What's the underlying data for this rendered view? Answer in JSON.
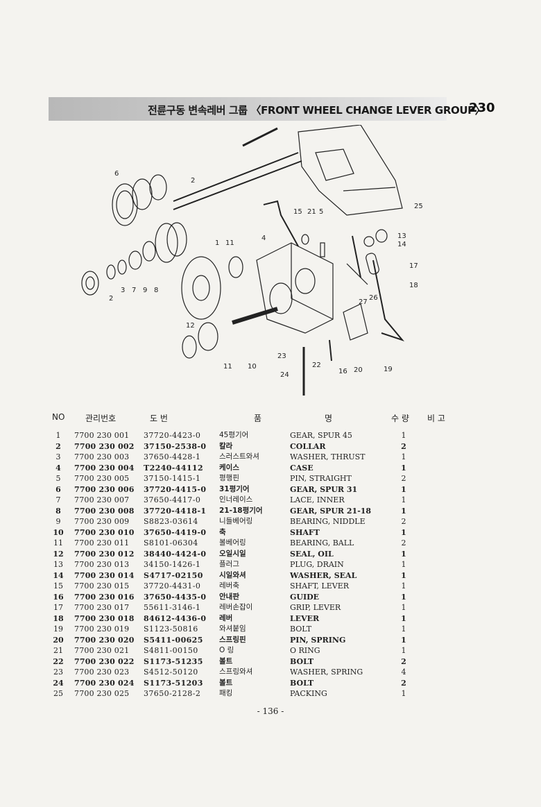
{
  "header": {
    "title": "전륜구동 변속레버 그룹 〈FRONT WHEEL CHANGE LEVER GROUP〉",
    "group_number": "230"
  },
  "diagram": {
    "callouts": [
      "6",
      "2",
      "15",
      "21",
      "5",
      "25",
      "13",
      "14",
      "1",
      "11",
      "4",
      "17",
      "18",
      "2",
      "3",
      "7",
      "9",
      "8",
      "27",
      "26",
      "12",
      "23",
      "22",
      "16",
      "20",
      "19",
      "11",
      "10",
      "24"
    ]
  },
  "table": {
    "columns": {
      "no": "NO",
      "mgmt": "관리번호",
      "dwg": "도  번",
      "name_a": "품",
      "name_b": "명",
      "qty": "수 량",
      "note": "비 고"
    },
    "rows": [
      {
        "no": "1",
        "mgmt": "7700 230 001",
        "dwg": "37720-4423-0",
        "kor": "45평기어",
        "eng": "GEAR, SPUR 45",
        "qty": "1",
        "bold": false
      },
      {
        "no": "2",
        "mgmt": "7700 230 002",
        "dwg": "37150-2538-0",
        "kor": "칼라",
        "eng": "COLLAR",
        "qty": "2",
        "bold": true
      },
      {
        "no": "3",
        "mgmt": "7700 230 003",
        "dwg": "37650-4428-1",
        "kor": "스러스트와셔",
        "eng": "WASHER, THRUST",
        "qty": "1",
        "bold": false
      },
      {
        "no": "4",
        "mgmt": "7700 230 004",
        "dwg": "T2240-44112",
        "kor": "케이스",
        "eng": "CASE",
        "qty": "1",
        "bold": true
      },
      {
        "no": "5",
        "mgmt": "7700 230 005",
        "dwg": "37150-1415-1",
        "kor": "평행핀",
        "eng": "PIN, STRAIGHT",
        "qty": "2",
        "bold": false
      },
      {
        "no": "6",
        "mgmt": "7700 230 006",
        "dwg": "37720-4415-0",
        "kor": "31평기어",
        "eng": "GEAR, SPUR 31",
        "qty": "1",
        "bold": true
      },
      {
        "no": "7",
        "mgmt": "7700 230 007",
        "dwg": "37650-4417-0",
        "kor": "인너레이스",
        "eng": "LACE, INNER",
        "qty": "1",
        "bold": false
      },
      {
        "no": "8",
        "mgmt": "7700 230 008",
        "dwg": "37720-4418-1",
        "kor": "21-18평기어",
        "eng": "GEAR, SPUR 21-18",
        "qty": "1",
        "bold": true
      },
      {
        "no": "9",
        "mgmt": "7700 230 009",
        "dwg": "S8823-03614",
        "kor": "니들베어링",
        "eng": "BEARING, NIDDLE",
        "qty": "2",
        "bold": false
      },
      {
        "no": "10",
        "mgmt": "7700 230 010",
        "dwg": "37650-4419-0",
        "kor": "축",
        "eng": "SHAFT",
        "qty": "1",
        "bold": true
      },
      {
        "no": "11",
        "mgmt": "7700 230 011",
        "dwg": "S8101-06304",
        "kor": "볼베어링",
        "eng": "BEARING, BALL",
        "qty": "2",
        "bold": false
      },
      {
        "no": "12",
        "mgmt": "7700 230 012",
        "dwg": "38440-4424-0",
        "kor": "오일시일",
        "eng": "SEAL, OIL",
        "qty": "1",
        "bold": true
      },
      {
        "no": "13",
        "mgmt": "7700 230 013",
        "dwg": "34150-1426-1",
        "kor": "플러그",
        "eng": "PLUG, DRAIN",
        "qty": "1",
        "bold": false
      },
      {
        "no": "14",
        "mgmt": "7700 230 014",
        "dwg": "S4717-02150",
        "kor": "시일와셔",
        "eng": "WASHER, SEAL",
        "qty": "1",
        "bold": true
      },
      {
        "no": "15",
        "mgmt": "7700 230 015",
        "dwg": "37720-4431-0",
        "kor": "레버축",
        "eng": "SHAFT, LEVER",
        "qty": "1",
        "bold": false
      },
      {
        "no": "16",
        "mgmt": "7700 230 016",
        "dwg": "37650-4435-0",
        "kor": "안내판",
        "eng": "GUIDE",
        "qty": "1",
        "bold": true
      },
      {
        "no": "17",
        "mgmt": "7700 230 017",
        "dwg": "55611-3146-1",
        "kor": "레버손잡이",
        "eng": "GRIP, LEVER",
        "qty": "1",
        "bold": false
      },
      {
        "no": "18",
        "mgmt": "7700 230 018",
        "dwg": "84612-4436-0",
        "kor": "레버",
        "eng": "LEVER",
        "qty": "1",
        "bold": true
      },
      {
        "no": "19",
        "mgmt": "7700 230 019",
        "dwg": "S1123-50816",
        "kor": "와셔붙임",
        "eng": "BOLT",
        "qty": "1",
        "bold": false
      },
      {
        "no": "20",
        "mgmt": "7700 230 020",
        "dwg": "S5411-00625",
        "kor": "스프링핀",
        "eng": "PIN, SPRING",
        "qty": "1",
        "bold": true
      },
      {
        "no": "21",
        "mgmt": "7700 230 021",
        "dwg": "S4811-00150",
        "kor": "O 링",
        "eng": "O RING",
        "qty": "1",
        "bold": false
      },
      {
        "no": "22",
        "mgmt": "7700 230 022",
        "dwg": "S1173-51235",
        "kor": "볼트",
        "eng": "BOLT",
        "qty": "2",
        "bold": true
      },
      {
        "no": "23",
        "mgmt": "7700 230 023",
        "dwg": "S4512-50120",
        "kor": "스프링와셔",
        "eng": "WASHER, SPRING",
        "qty": "4",
        "bold": false
      },
      {
        "no": "24",
        "mgmt": "7700 230 024",
        "dwg": "S1173-51203",
        "kor": "볼트",
        "eng": "BOLT",
        "qty": "2",
        "bold": true
      },
      {
        "no": "25",
        "mgmt": "7700 230 025",
        "dwg": "37650-2128-2",
        "kor": "패킹",
        "eng": "PACKING",
        "qty": "1",
        "bold": false
      }
    ]
  },
  "footer": {
    "page": "- 136 -"
  }
}
